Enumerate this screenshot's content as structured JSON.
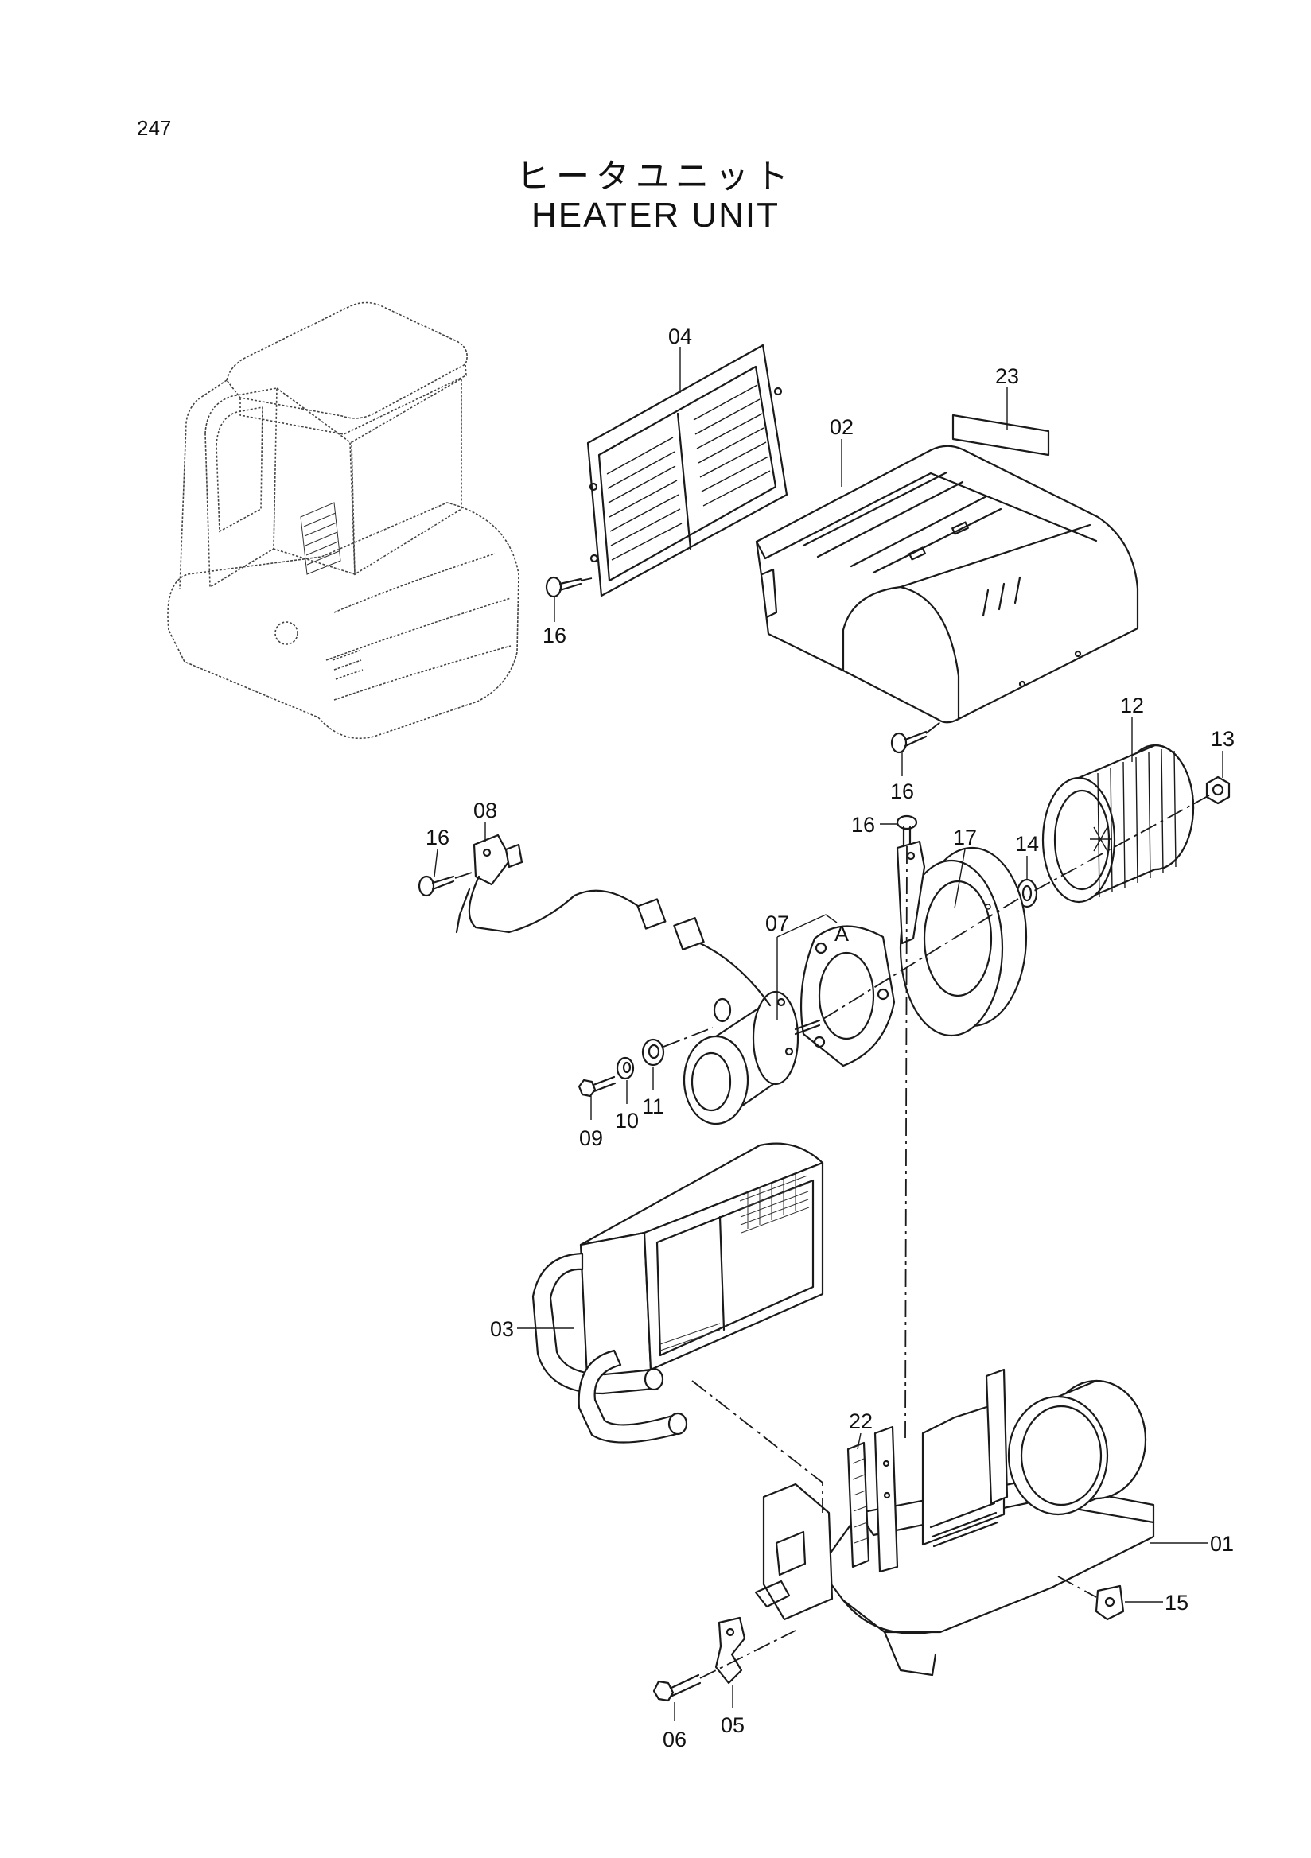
{
  "page_number": "247",
  "title_ja": "ヒータユニット",
  "title_en": "HEATER  UNIT",
  "callouts": [
    "04",
    "23",
    "02",
    "16",
    "16",
    "12",
    "13",
    "08",
    "16",
    "16",
    "17",
    "14",
    "07",
    "A",
    "09",
    "10",
    "11",
    "03",
    "22",
    "01",
    "15",
    "06",
    "05"
  ]
}
